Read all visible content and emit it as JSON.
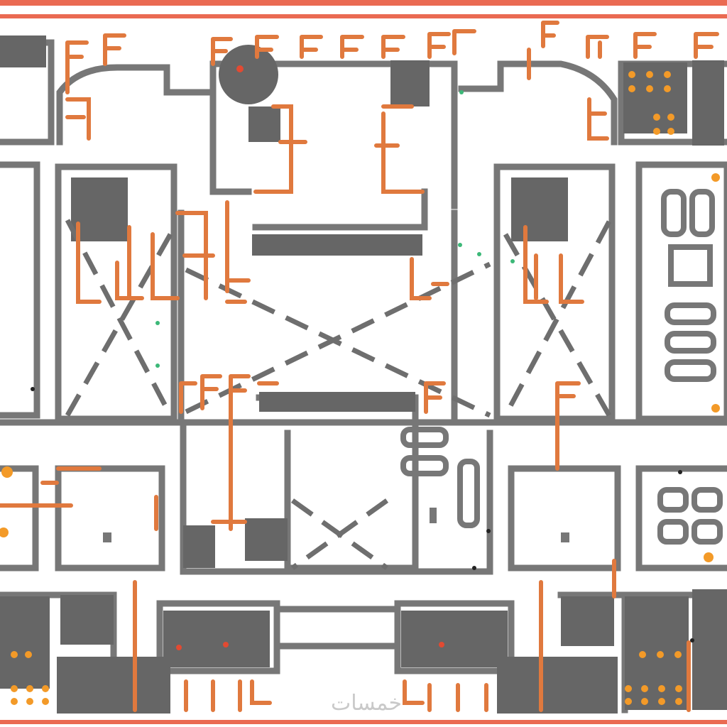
{
  "colors": {
    "wall": "#777777",
    "wall_dark": "#626262",
    "wire": "#e0793e",
    "border": "#ea6a52",
    "dot_red": "#e24a32",
    "dot_orange": "#f39a28",
    "dot_green": "#3cb878",
    "background": "#ffffff"
  },
  "watermark": {
    "text": "خمسات"
  },
  "icons": [
    "floor-plan",
    "cross-brace",
    "fixture-dot",
    "wiring-run"
  ]
}
